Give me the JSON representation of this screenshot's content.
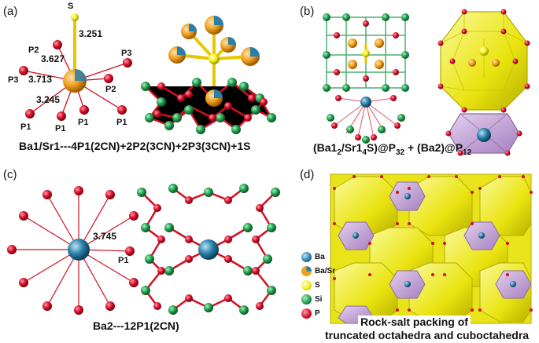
{
  "panels": {
    "a": {
      "label": "(a)",
      "caption": "Ba1/Sr1---4P1(2CN)+2P2(3CN)+2P3(3CN)+1S",
      "distances": [
        "3.251",
        "3.627",
        "3.713",
        "3.245"
      ],
      "atom_labels": [
        "S",
        "P2",
        "P3",
        "P3",
        "P2",
        "P1",
        "P1",
        "P1",
        "P1"
      ]
    },
    "b": {
      "label": "(b)",
      "caption_parts": [
        "(Ba1",
        "2",
        "/Sr1",
        "4",
        "S)@P",
        "32",
        " + (Ba2)@P",
        "12"
      ]
    },
    "c": {
      "label": "(c)",
      "caption": "Ba2---12P1(2CN)",
      "distance": "3.745",
      "atom_label": "P1"
    },
    "d": {
      "label": "(d)",
      "caption_line1": "Rock-salt packing of",
      "caption_line2": "truncated octahedra and cuboctahedra",
      "legend": [
        {
          "label": "Ba",
          "color": "#2a7fa8"
        },
        {
          "label": "Ba/Sr",
          "color": "#f0a020"
        },
        {
          "label": "S",
          "color": "#f2ef1c"
        },
        {
          "label": "Si",
          "color": "#1f9e4b"
        },
        {
          "label": "P",
          "color": "#d8102a"
        }
      ]
    }
  },
  "colors": {
    "ba": "#2a7fa8",
    "basr": "#f0a020",
    "s": "#f2ef1c",
    "si": "#1f9e4b",
    "p": "#d8102a",
    "poly_yellow": "#f3ef3a",
    "poly_purple": "#c9a6d8"
  }
}
